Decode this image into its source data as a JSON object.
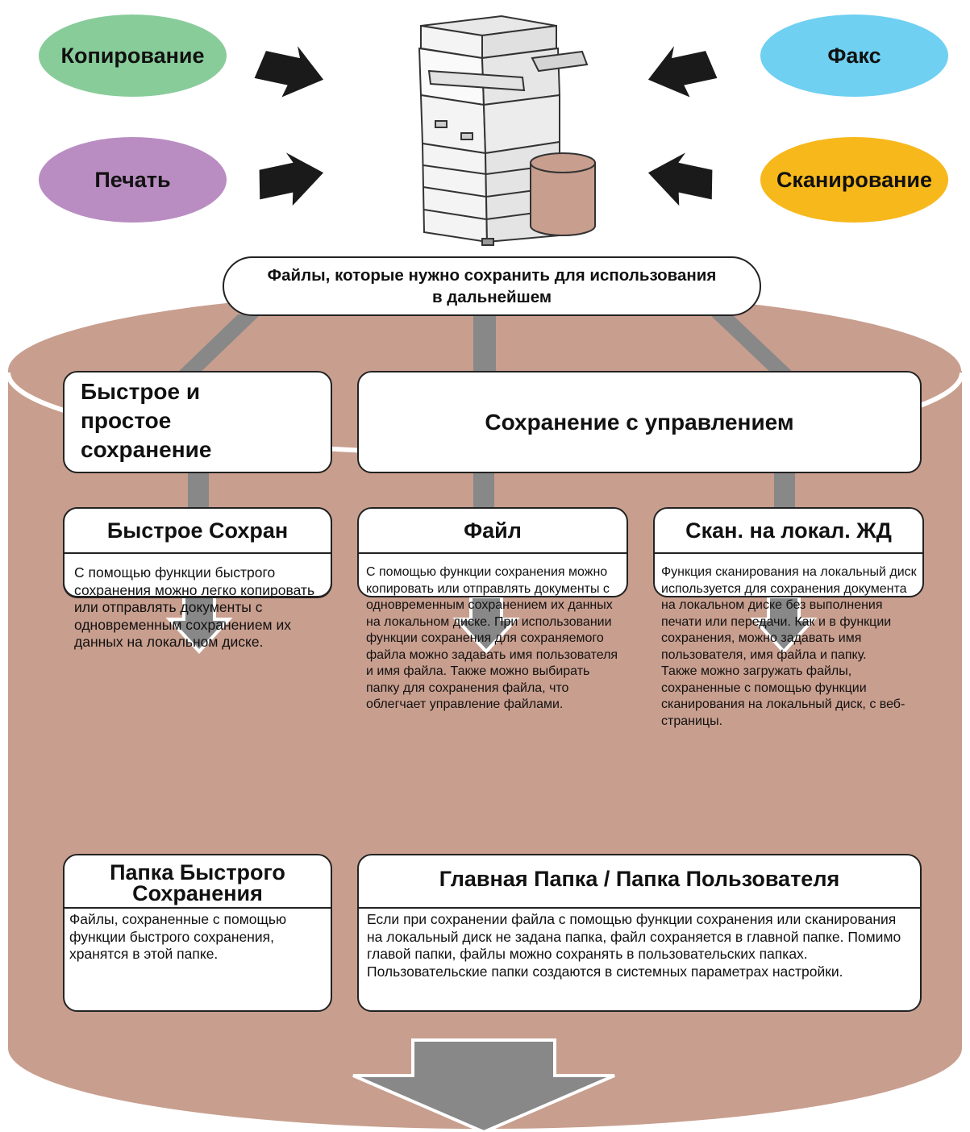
{
  "sources": {
    "copy": "Копирование",
    "fax": "Факс",
    "print": "Печать",
    "scan": "Сканирование"
  },
  "header": "Файлы, которые нужно сохранить для использования в дальнейшем",
  "categories": {
    "quick": "Быстрое и простое сохранение",
    "managed": "Сохранение с управлением"
  },
  "functions": {
    "quick_save": {
      "title": "Быстрое Сохран",
      "description": "С помощью функции быстрого сохранения можно легко копировать или отправлять документы с одновременным сохранением их данных на локальном диске."
    },
    "file": {
      "title": "Файл",
      "description": "С помощью функции сохранения можно копировать или отправлять документы с одновременным сохранением их данных на локальном диске. При использовании функции сохранения для сохраняемого файла можно задавать имя пользователя и имя файла. Также можно выбирать папку для сохранения файла, что облегчает управление файлами."
    },
    "scan_to_hdd": {
      "title": "Скан. на локал. ЖД",
      "description": "Функция сканирования на локальный диск используется для сохранения документа на локальном диске без выполнения печати или передачи. Как и в функции сохранения, можно задавать имя пользователя, имя файла и папку.",
      "description2": "Также можно загружать файлы, сохраненные с помощью функции сканирования на локальный диск, с веб-страницы."
    }
  },
  "folders": {
    "quick": {
      "title": "Папка Быстрого Сохранения",
      "description": "Файлы, сохраненные с помощью функции быстрого сохранения, хранятся в этой папке."
    },
    "main": {
      "title": "Главная Папка / Папка Пользователя",
      "description": "Если при сохранении файла с помощью функции сохранения или сканирования на локальный диск не задана папка, файл сохраняется в главной папке. Помимо главой папки, файлы можно сохранять в пользовательских папках. Пользовательские папки создаются в системных параметрах настройки."
    }
  },
  "colors": {
    "copy": "#88cc9a",
    "fax": "#6fd0f2",
    "print": "#b98dc2",
    "scan": "#f7b81c",
    "cylinder": "#c89e8e",
    "cylinder_dark": "#b98c7c",
    "arrow": "#888888"
  }
}
